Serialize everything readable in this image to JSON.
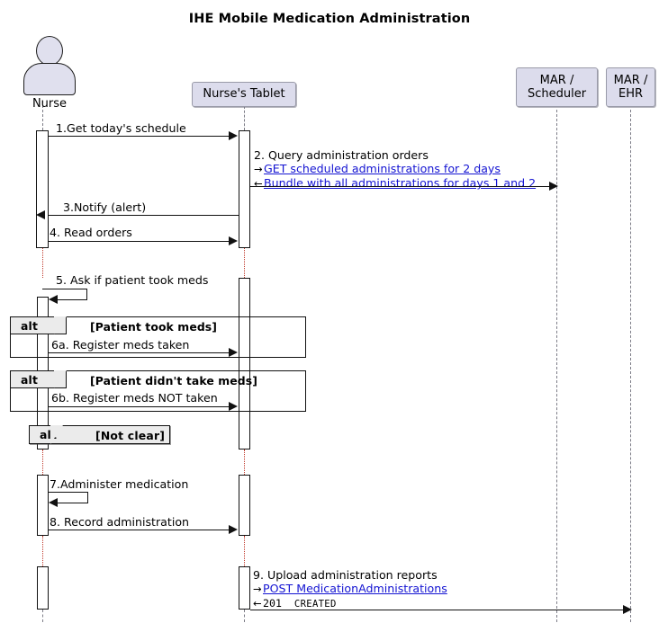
{
  "title": "IHE Mobile Medication Administration",
  "participants": [
    {
      "id": "nurse",
      "kind": "actor",
      "label": "Nurse"
    },
    {
      "id": "tablet",
      "kind": "box",
      "label": "Nurse's Tablet"
    },
    {
      "id": "scheduler",
      "kind": "box",
      "label": "MAR /\nScheduler",
      "line1": "MAR /",
      "line2": "Scheduler"
    },
    {
      "id": "ehr",
      "kind": "box",
      "label": "MAR /\nEHR",
      "line1": "MAR /",
      "line2": "EHR"
    }
  ],
  "messages": [
    {
      "num": "1.",
      "label": "1.Get today's schedule",
      "from": "nurse",
      "to": "tablet",
      "dir": "right"
    },
    {
      "num": "3.",
      "label": "3.Notify (alert)",
      "from": "tablet",
      "to": "nurse",
      "dir": "left"
    },
    {
      "num": "4.",
      "label": "4. Read orders",
      "from": "nurse",
      "to": "tablet",
      "dir": "right"
    },
    {
      "num": "5.",
      "label": "5. Ask if patient took meds",
      "from": "nurse",
      "to": "nurse",
      "dir": "self"
    },
    {
      "num": "6a.",
      "label": "6a. Register meds taken",
      "from": "nurse",
      "to": "tablet",
      "dir": "right"
    },
    {
      "num": "6b.",
      "label": "6b. Register meds NOT taken",
      "from": "nurse",
      "to": "tablet",
      "dir": "right"
    },
    {
      "num": "7.",
      "label": "7.Administer medication",
      "from": "nurse",
      "to": "nurse",
      "dir": "self"
    },
    {
      "num": "8.",
      "label": "8. Record administration",
      "from": "nurse",
      "to": "tablet",
      "dir": "right"
    }
  ],
  "interactions": [
    {
      "id": "query-orders",
      "title": "2. Query administration orders",
      "request": {
        "dir": "→",
        "text": "GET scheduled administrations for 2 days",
        "link": true
      },
      "response": {
        "dir": "←",
        "text": "Bundle with all administrations for days 1 and 2",
        "link": true
      }
    },
    {
      "id": "upload-reports",
      "title": "9. Upload administration reports",
      "request": {
        "dir": "→",
        "text": "POST MedicationAdministrations",
        "link": true
      },
      "response": {
        "dir": "←",
        "code": "201",
        "status": "CREATED",
        "link": false
      }
    }
  ],
  "fragments": [
    {
      "id": "alt-took-meds",
      "keyword": "alt",
      "condition": "[Patient took meds]"
    },
    {
      "id": "alt-didnt-take",
      "keyword": "alt",
      "condition": "[Patient didn't take meds]"
    },
    {
      "id": "alt-not-clear",
      "keyword": "alt",
      "condition": "[Not clear]"
    }
  ],
  "colors": {
    "participant_fill": "#dcdcec",
    "participant_border": "#999aa8",
    "fragment_header_fill": "#ebebeb",
    "link": "#1414d2",
    "lifeline_delay": "#c0392b",
    "stroke": "#111111"
  }
}
